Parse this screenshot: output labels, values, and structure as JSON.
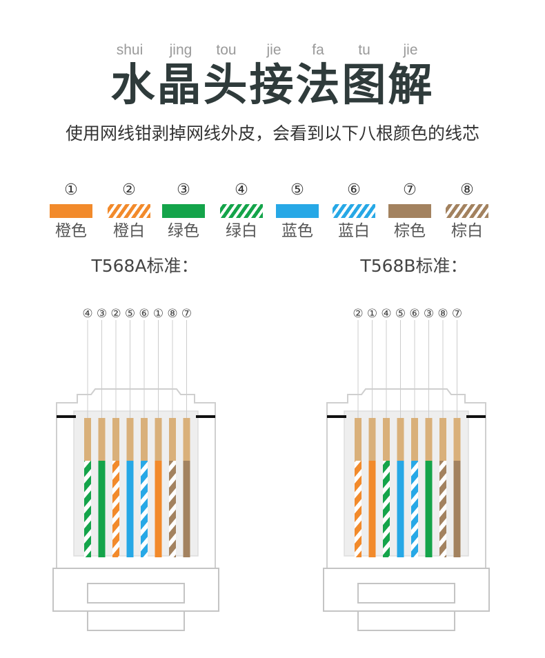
{
  "header": {
    "pinyin": [
      "shui",
      "jing",
      "tou",
      "jie",
      "fa",
      "tu",
      "jie"
    ],
    "title": "水晶头接法图解",
    "subtitle": "使用网线钳剥掉网线外皮，会看到以下八根颜色的线芯"
  },
  "colors": {
    "orange": "#f28a2b",
    "green": "#14a44a",
    "blue": "#27a8e6",
    "brown": "#a3825f",
    "wire_top": "#d9b07a",
    "title": "#2f3b3b",
    "pinyin": "#9a9a9a"
  },
  "legend": [
    {
      "num": "①",
      "label": "橙色",
      "color": "#f28a2b",
      "striped": false
    },
    {
      "num": "②",
      "label": "橙白",
      "color": "#f28a2b",
      "striped": true
    },
    {
      "num": "③",
      "label": "绿色",
      "color": "#14a44a",
      "striped": false
    },
    {
      "num": "④",
      "label": "绿白",
      "color": "#14a44a",
      "striped": true
    },
    {
      "num": "⑤",
      "label": "蓝色",
      "color": "#27a8e6",
      "striped": false
    },
    {
      "num": "⑥",
      "label": "蓝白",
      "color": "#27a8e6",
      "striped": true
    },
    {
      "num": "⑦",
      "label": "棕色",
      "color": "#a3825f",
      "striped": false
    },
    {
      "num": "⑧",
      "label": "棕白",
      "color": "#a3825f",
      "striped": true
    }
  ],
  "standards": [
    {
      "label": "T568A标准：",
      "order": [
        "④",
        "③",
        "②",
        "⑤",
        "⑥",
        "①",
        "⑧",
        "⑦"
      ]
    },
    {
      "label": "T568B标准：",
      "order": [
        "②",
        "①",
        "④",
        "⑤",
        "⑥",
        "③",
        "⑧",
        "⑦"
      ]
    }
  ]
}
